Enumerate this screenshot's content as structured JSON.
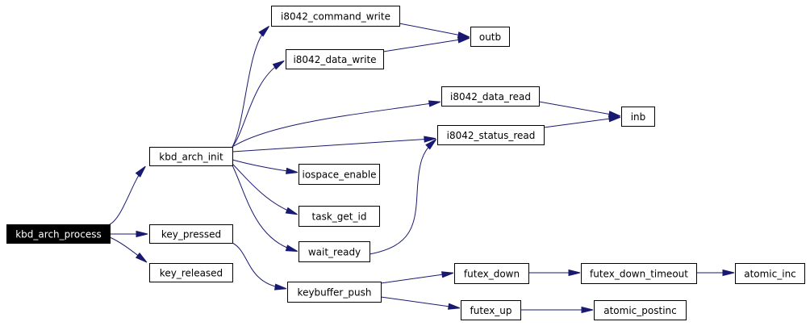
{
  "graph": {
    "colors": {
      "edge": "#191970",
      "root_fill": "#000000",
      "root_text": "#ffffff",
      "node_fill": "#ffffff",
      "node_border": "#000000"
    },
    "nodes": [
      {
        "id": "kbd_arch_process",
        "label": "kbd_arch_process",
        "root": true
      },
      {
        "id": "kbd_arch_init",
        "label": "kbd_arch_init"
      },
      {
        "id": "key_pressed",
        "label": "key_pressed"
      },
      {
        "id": "key_released",
        "label": "key_released"
      },
      {
        "id": "i8042_command_write",
        "label": "i8042_command_write"
      },
      {
        "id": "i8042_data_write",
        "label": "i8042_data_write"
      },
      {
        "id": "outb",
        "label": "outb"
      },
      {
        "id": "i8042_data_read",
        "label": "i8042_data_read"
      },
      {
        "id": "i8042_status_read",
        "label": "i8042_status_read"
      },
      {
        "id": "inb",
        "label": "inb"
      },
      {
        "id": "iospace_enable",
        "label": "iospace_enable"
      },
      {
        "id": "task_get_id",
        "label": "task_get_id"
      },
      {
        "id": "wait_ready",
        "label": "wait_ready"
      },
      {
        "id": "keybuffer_push",
        "label": "keybuffer_push"
      },
      {
        "id": "futex_down",
        "label": "futex_down"
      },
      {
        "id": "futex_down_timeout",
        "label": "futex_down_timeout"
      },
      {
        "id": "atomic_inc",
        "label": "atomic_inc"
      },
      {
        "id": "futex_up",
        "label": "futex_up"
      },
      {
        "id": "atomic_postinc",
        "label": "atomic_postinc"
      }
    ],
    "edges": [
      {
        "from": "kbd_arch_process",
        "to": "kbd_arch_init"
      },
      {
        "from": "kbd_arch_process",
        "to": "key_pressed"
      },
      {
        "from": "kbd_arch_process",
        "to": "key_released"
      },
      {
        "from": "kbd_arch_init",
        "to": "i8042_command_write"
      },
      {
        "from": "kbd_arch_init",
        "to": "i8042_data_write"
      },
      {
        "from": "kbd_arch_init",
        "to": "i8042_data_read"
      },
      {
        "from": "kbd_arch_init",
        "to": "i8042_status_read"
      },
      {
        "from": "kbd_arch_init",
        "to": "iospace_enable"
      },
      {
        "from": "kbd_arch_init",
        "to": "task_get_id"
      },
      {
        "from": "kbd_arch_init",
        "to": "wait_ready"
      },
      {
        "from": "i8042_command_write",
        "to": "outb"
      },
      {
        "from": "i8042_data_write",
        "to": "outb"
      },
      {
        "from": "i8042_data_read",
        "to": "inb"
      },
      {
        "from": "i8042_status_read",
        "to": "inb"
      },
      {
        "from": "wait_ready",
        "to": "i8042_status_read"
      },
      {
        "from": "key_pressed",
        "to": "keybuffer_push"
      },
      {
        "from": "keybuffer_push",
        "to": "futex_down"
      },
      {
        "from": "keybuffer_push",
        "to": "futex_up"
      },
      {
        "from": "futex_down",
        "to": "futex_down_timeout"
      },
      {
        "from": "futex_down_timeout",
        "to": "atomic_inc"
      },
      {
        "from": "futex_up",
        "to": "atomic_postinc"
      }
    ]
  }
}
